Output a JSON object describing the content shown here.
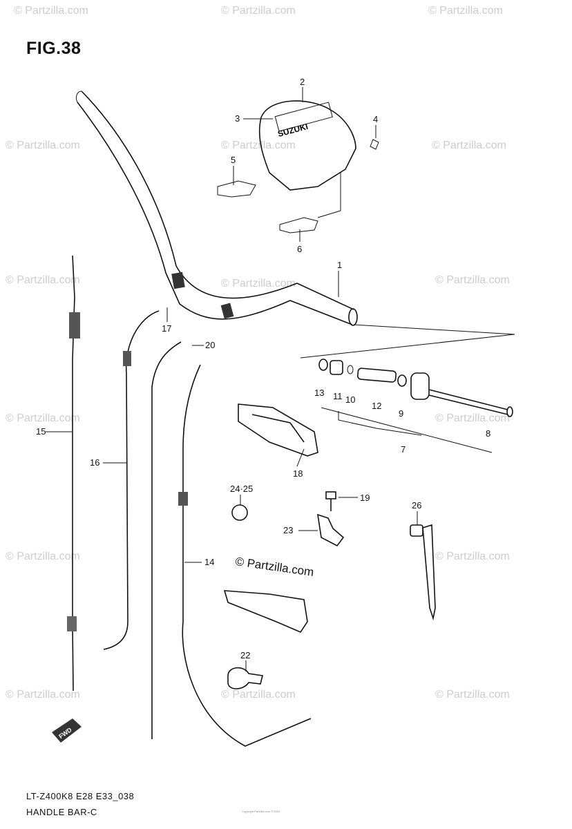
{
  "figure_label": "FIG.38",
  "model_code": "LT-Z400K8 E28 E33_038",
  "section_name": "HANDLE BAR-C",
  "watermark": "© Partzilla.com",
  "center_watermark": "© Partzilla.com",
  "direction_marker": "FWD",
  "copyright_line": "Copyright Partzilla.com © 2024",
  "cover_logo": "SUZUKI",
  "callouts": [
    "1",
    "2",
    "3",
    "4",
    "5",
    "6",
    "7",
    "8",
    "9",
    "10",
    "11",
    "12",
    "13",
    "14",
    "15",
    "16",
    "17",
    "18",
    "19",
    "20",
    "22",
    "23",
    "24·25",
    "26"
  ]
}
